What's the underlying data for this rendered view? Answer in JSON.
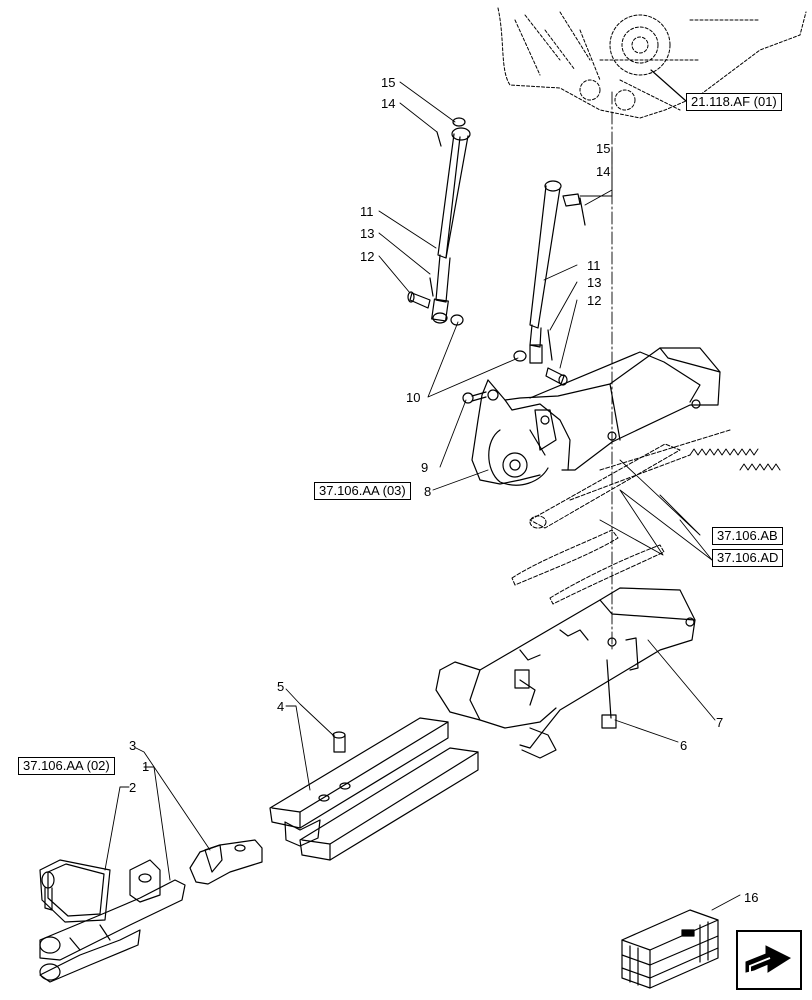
{
  "diagram": {
    "callouts": {
      "c1": "1",
      "c2": "2",
      "c3": "3",
      "c4": "4",
      "c5": "5",
      "c6": "6",
      "c7": "7",
      "c8": "8",
      "c9": "9",
      "c10": "10",
      "c11a": "11",
      "c11b": "11",
      "c12a": "12",
      "c12b": "12",
      "c13a": "13",
      "c13b": "13",
      "c14a": "14",
      "c14b": "14",
      "c15a": "15",
      "c15b": "15",
      "c16": "16"
    },
    "refs": {
      "r_21118af": "21.118.AF (01)",
      "r_37106aa03": "37.106.AA (03)",
      "r_37106ab": "37.106.AB",
      "r_37106ad": "37.106.AD",
      "r_37106aa02": "37.106.AA (02)"
    },
    "nav_icon": "arrow-icon"
  }
}
